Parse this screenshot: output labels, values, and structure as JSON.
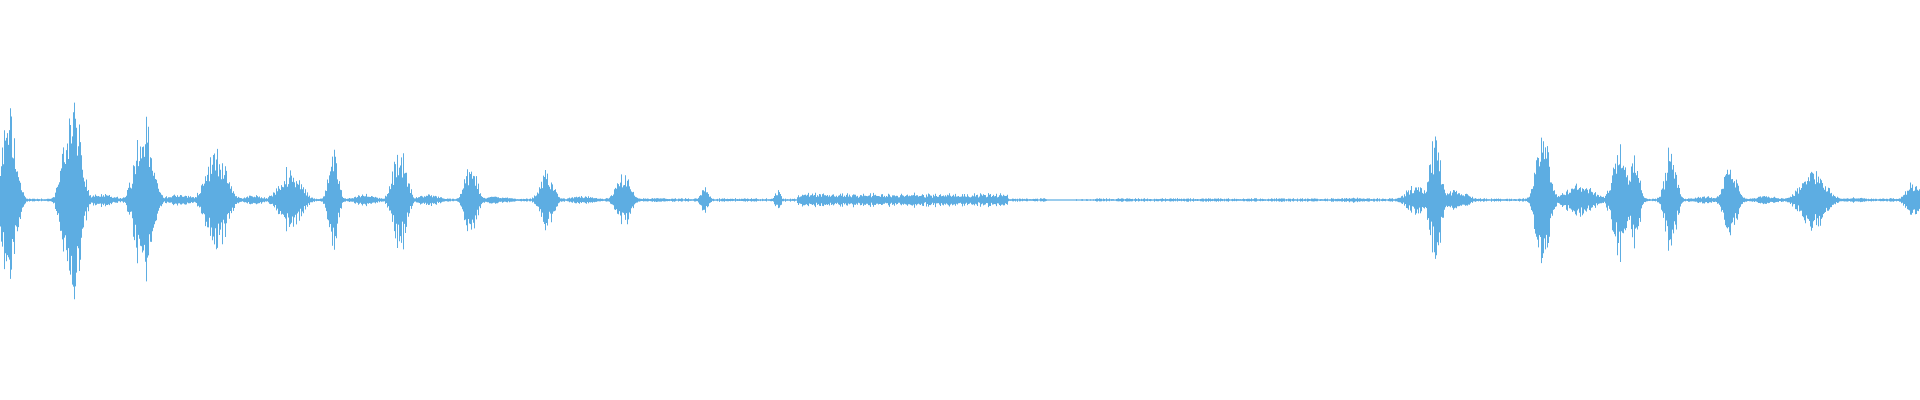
{
  "waveform": {
    "color": "#5DADE2",
    "background": "#FFFFFF",
    "amplitude_scale": 1.0,
    "bursts": [
      {
        "center": 0.0045,
        "width": 0.006,
        "amp": 0.46,
        "shape": "sharp"
      },
      {
        "center": 0.0375,
        "width": 0.007,
        "amp": 0.54,
        "shape": "sharp"
      },
      {
        "center": 0.053,
        "width": 0.008,
        "amp": 0.035,
        "shape": "soft"
      },
      {
        "center": 0.0745,
        "width": 0.0075,
        "amp": 0.4,
        "shape": "sharp"
      },
      {
        "center": 0.093,
        "width": 0.008,
        "amp": 0.03,
        "shape": "soft"
      },
      {
        "center": 0.1125,
        "width": 0.009,
        "amp": 0.26,
        "shape": "sharp"
      },
      {
        "center": 0.132,
        "width": 0.006,
        "amp": 0.025,
        "shape": "soft"
      },
      {
        "center": 0.151,
        "width": 0.0095,
        "amp": 0.16,
        "shape": "sharp"
      },
      {
        "center": 0.1735,
        "width": 0.004,
        "amp": 0.29,
        "shape": "sharp"
      },
      {
        "center": 0.19,
        "width": 0.007,
        "amp": 0.03,
        "shape": "soft"
      },
      {
        "center": 0.208,
        "width": 0.006,
        "amp": 0.26,
        "shape": "sharp"
      },
      {
        "center": 0.223,
        "width": 0.007,
        "amp": 0.03,
        "shape": "soft"
      },
      {
        "center": 0.245,
        "width": 0.005,
        "amp": 0.2,
        "shape": "sharp"
      },
      {
        "center": 0.258,
        "width": 0.008,
        "amp": 0.02,
        "shape": "soft"
      },
      {
        "center": 0.2845,
        "width": 0.006,
        "amp": 0.14,
        "shape": "sharp"
      },
      {
        "center": 0.303,
        "width": 0.008,
        "amp": 0.02,
        "shape": "soft"
      },
      {
        "center": 0.3245,
        "width": 0.006,
        "amp": 0.14,
        "shape": "sharp"
      },
      {
        "center": 0.342,
        "width": 0.009,
        "amp": 0.01,
        "shape": "soft"
      },
      {
        "center": 0.367,
        "width": 0.0035,
        "amp": 0.07,
        "shape": "sharp"
      },
      {
        "center": 0.38,
        "width": 0.008,
        "amp": 0.006,
        "shape": "soft"
      },
      {
        "center": 0.405,
        "width": 0.0025,
        "amp": 0.05,
        "shape": "sharp"
      },
      {
        "center": 0.47,
        "width": 0.055,
        "amp": 0.035,
        "shape": "buzz"
      },
      {
        "center": 0.65,
        "width": 0.095,
        "amp": 0.004,
        "shape": "soft"
      },
      {
        "center": 0.705,
        "width": 0.01,
        "amp": 0.012,
        "shape": "soft"
      },
      {
        "center": 0.737,
        "width": 0.008,
        "amp": 0.08,
        "shape": "sharp"
      },
      {
        "center": 0.7475,
        "width": 0.005,
        "amp": 0.32,
        "shape": "sharp"
      },
      {
        "center": 0.758,
        "width": 0.008,
        "amp": 0.045,
        "shape": "soft"
      },
      {
        "center": 0.8035,
        "width": 0.0055,
        "amp": 0.4,
        "shape": "sharp"
      },
      {
        "center": 0.822,
        "width": 0.009,
        "amp": 0.08,
        "shape": "soft"
      },
      {
        "center": 0.8435,
        "width": 0.006,
        "amp": 0.32,
        "shape": "sharp"
      },
      {
        "center": 0.851,
        "width": 0.004,
        "amp": 0.3,
        "shape": "sharp"
      },
      {
        "center": 0.87,
        "width": 0.005,
        "amp": 0.26,
        "shape": "sharp"
      },
      {
        "center": 0.887,
        "width": 0.007,
        "amp": 0.02,
        "shape": "soft"
      },
      {
        "center": 0.901,
        "width": 0.006,
        "amp": 0.17,
        "shape": "sharp"
      },
      {
        "center": 0.92,
        "width": 0.008,
        "amp": 0.02,
        "shape": "soft"
      },
      {
        "center": 0.944,
        "width": 0.011,
        "amp": 0.15,
        "shape": "sharp"
      },
      {
        "center": 0.966,
        "width": 0.008,
        "amp": 0.012,
        "shape": "soft"
      },
      {
        "center": 0.996,
        "width": 0.006,
        "amp": 0.09,
        "shape": "sharp"
      }
    ],
    "baseline_noise": 0.006
  }
}
